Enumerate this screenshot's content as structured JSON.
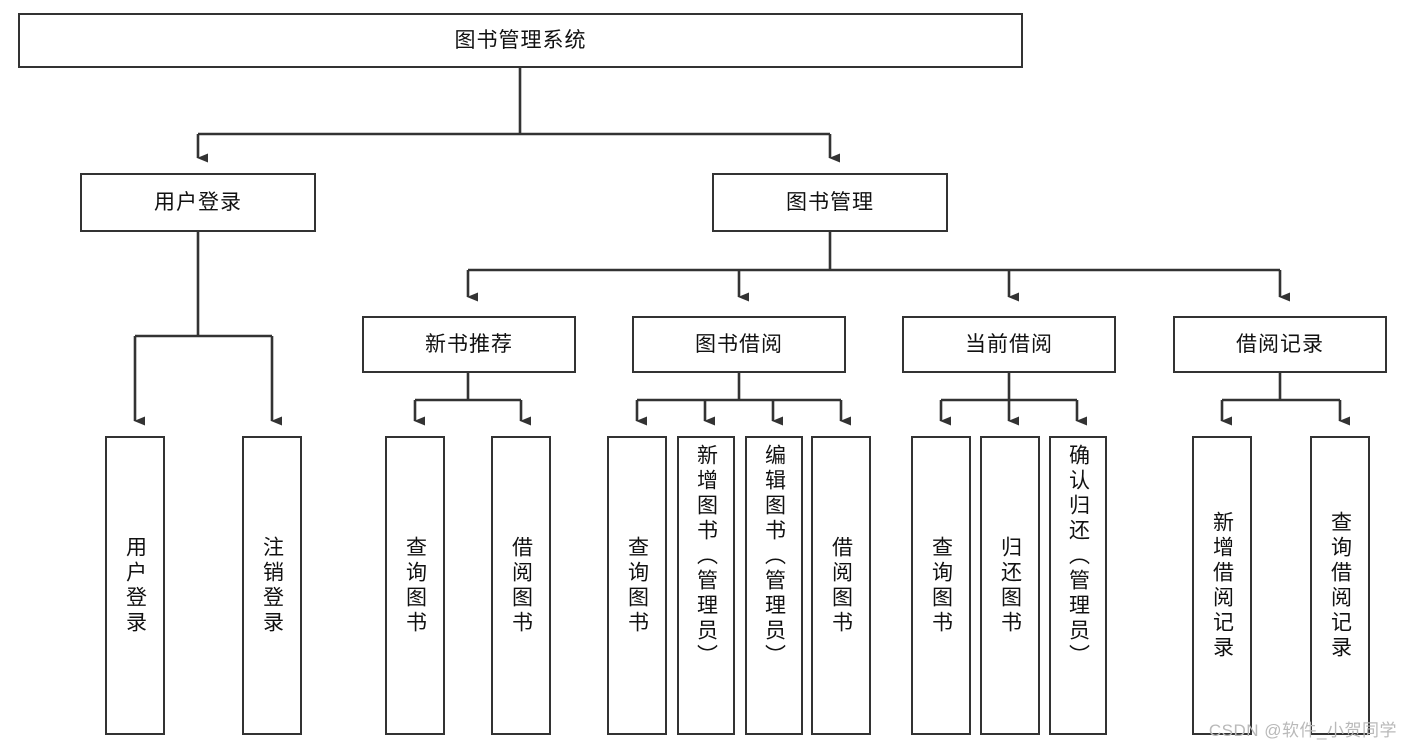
{
  "diagram": {
    "type": "tree-hierarchy",
    "title": "图书管理系统",
    "watermark": "CSDN @软件_小贺同学",
    "colors": {
      "box_border": "#333333",
      "box_fill": "#ffffff",
      "connector": "#333333",
      "text": "#111111",
      "watermark": "#b9b9b9"
    },
    "levels": {
      "level1": [
        {
          "id": "root",
          "label": "图书管理系统",
          "orientation": "horizontal"
        }
      ],
      "level2": [
        {
          "id": "user-login",
          "label": "用户登录",
          "orientation": "horizontal"
        },
        {
          "id": "book-manage",
          "label": "图书管理",
          "orientation": "horizontal"
        }
      ],
      "level3": [
        {
          "id": "new-book-recommend",
          "label": "新书推荐",
          "orientation": "horizontal"
        },
        {
          "id": "book-borrow",
          "label": "图书借阅",
          "orientation": "horizontal"
        },
        {
          "id": "current-borrow",
          "label": "当前借阅",
          "orientation": "horizontal"
        },
        {
          "id": "borrow-record",
          "label": "借阅记录",
          "orientation": "horizontal"
        }
      ],
      "level4": [
        {
          "id": "leaf-user-login",
          "label": "用户登录",
          "parent": "user-login",
          "orientation": "vertical"
        },
        {
          "id": "leaf-user-logout",
          "label": "注销登录",
          "parent": "user-login",
          "orientation": "vertical"
        },
        {
          "id": "leaf-query-book-1",
          "label": "查询图书",
          "parent": "new-book-recommend",
          "orientation": "vertical"
        },
        {
          "id": "leaf-borrow-book-1",
          "label": "借阅图书",
          "parent": "new-book-recommend",
          "orientation": "vertical"
        },
        {
          "id": "leaf-query-book-2",
          "label": "查询图书",
          "parent": "book-borrow",
          "orientation": "vertical"
        },
        {
          "id": "leaf-add-book",
          "label": "新增图书（管理员）",
          "parent": "book-borrow",
          "orientation": "vertical"
        },
        {
          "id": "leaf-edit-book",
          "label": "编辑图书（管理员）",
          "parent": "book-borrow",
          "orientation": "vertical"
        },
        {
          "id": "leaf-borrow-book-2",
          "label": "借阅图书",
          "parent": "book-borrow",
          "orientation": "vertical"
        },
        {
          "id": "leaf-query-book-3",
          "label": "查询图书",
          "parent": "current-borrow",
          "orientation": "vertical"
        },
        {
          "id": "leaf-return-book",
          "label": "归还图书",
          "parent": "current-borrow",
          "orientation": "vertical"
        },
        {
          "id": "leaf-confirm-return",
          "label": "确认归还（管理员）",
          "parent": "current-borrow",
          "orientation": "vertical"
        },
        {
          "id": "leaf-add-record",
          "label": "新增借阅记录",
          "parent": "borrow-record",
          "orientation": "vertical"
        },
        {
          "id": "leaf-query-record",
          "label": "查询借阅记录",
          "parent": "borrow-record",
          "orientation": "vertical"
        }
      ]
    },
    "edges": [
      {
        "from": "root",
        "to": "user-login"
      },
      {
        "from": "root",
        "to": "book-manage"
      },
      {
        "from": "user-login",
        "to": "leaf-user-login"
      },
      {
        "from": "user-login",
        "to": "leaf-user-logout"
      },
      {
        "from": "book-manage",
        "to": "new-book-recommend"
      },
      {
        "from": "book-manage",
        "to": "book-borrow"
      },
      {
        "from": "book-manage",
        "to": "current-borrow"
      },
      {
        "from": "book-manage",
        "to": "borrow-record"
      },
      {
        "from": "new-book-recommend",
        "to": "leaf-query-book-1"
      },
      {
        "from": "new-book-recommend",
        "to": "leaf-borrow-book-1"
      },
      {
        "from": "book-borrow",
        "to": "leaf-query-book-2"
      },
      {
        "from": "book-borrow",
        "to": "leaf-add-book"
      },
      {
        "from": "book-borrow",
        "to": "leaf-edit-book"
      },
      {
        "from": "book-borrow",
        "to": "leaf-borrow-book-2"
      },
      {
        "from": "current-borrow",
        "to": "leaf-query-book-3"
      },
      {
        "from": "current-borrow",
        "to": "leaf-return-book"
      },
      {
        "from": "current-borrow",
        "to": "leaf-confirm-return"
      },
      {
        "from": "borrow-record",
        "to": "leaf-add-record"
      },
      {
        "from": "borrow-record",
        "to": "leaf-query-record"
      }
    ]
  }
}
